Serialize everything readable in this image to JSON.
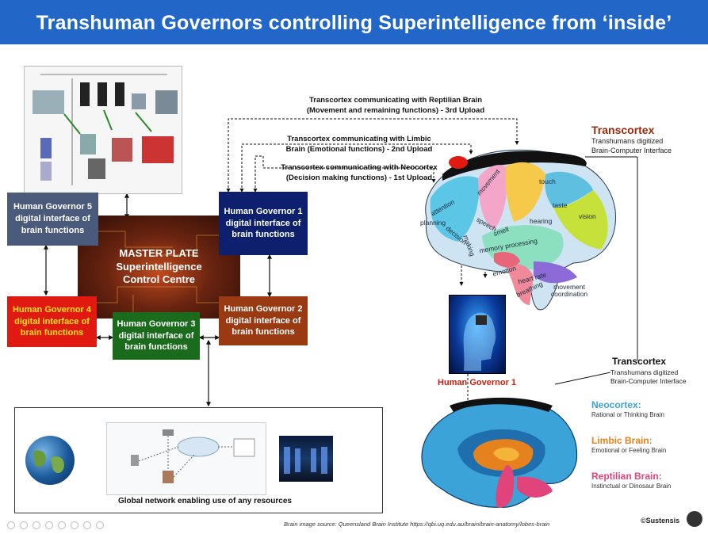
{
  "title": "Transhuman Governors controlling Superintelligence from ‘inside’",
  "master_plate": "MASTER PLATE\nSuperintelligence\nControl Centre",
  "governors": {
    "g1": "Human Governor 1\ndigital interface of\nbrain functions",
    "g2": "Human Governor 2\ndigital interface of\nbrain functions",
    "g3": "Human Governor 3\ndigital interface of\nbrain functions",
    "g4": "Human Governor 4\ndigital interface of\nbrain functions",
    "g5": "Human Governor 5\ndigital interface of\nbrain functions"
  },
  "transcortex_notes": {
    "reptilian": "Transcortex communicating with Reptilian Brain\n(Movement and remaining functions) - 3rd Upload",
    "limbic": "Transcortex communicating with Limbic\nBrain (Emotional functions) - 2nd Upload",
    "neocortex": "Transcortex communicating with Neocortex\n(Decision making functions) - 1st Upload"
  },
  "transcortex_top": {
    "title": "Transcortex",
    "desc": "Transhumans digitized\nBrain-Computer Interface"
  },
  "transcortex_bottom": {
    "title": "Transcortex",
    "desc": "Transhumans digitized\nBrain-Computer Interface"
  },
  "brain_regions": [
    "attention",
    "planning",
    "decision",
    "making",
    "movement",
    "speech",
    "smell",
    "touch",
    "taste",
    "hearing",
    "vision",
    "memory processing",
    "emotion",
    "heart rate",
    "breathing",
    "movement coordination"
  ],
  "governor1_label": "Human Governor 1",
  "brain_layers": [
    {
      "name": "Neocortex:",
      "desc": "Rational or Thinking Brain",
      "color": "#3ba3d8"
    },
    {
      "name": "Limbic Brain:",
      "desc": "Emotional or Feeling Brain",
      "color": "#e6821e"
    },
    {
      "name": "Reptilian Brain:",
      "desc": "Instinctual or Dinosaur Brain",
      "color": "#e0447a"
    }
  ],
  "network_caption": "Global network enabling use of  any resources",
  "source": "Brain image source: Queensland Brain Institute https://qbi.uq.edu.au/brain/brain-anatomy/lobes-brain",
  "brand": "©Sustensis",
  "colors": {
    "title_bar": "#2266c8",
    "g1": "#0e1f6e",
    "g2": "#9a3a12",
    "g3": "#1a6b1c",
    "g4": "#e01a10",
    "g5": "#4a5a7a"
  }
}
